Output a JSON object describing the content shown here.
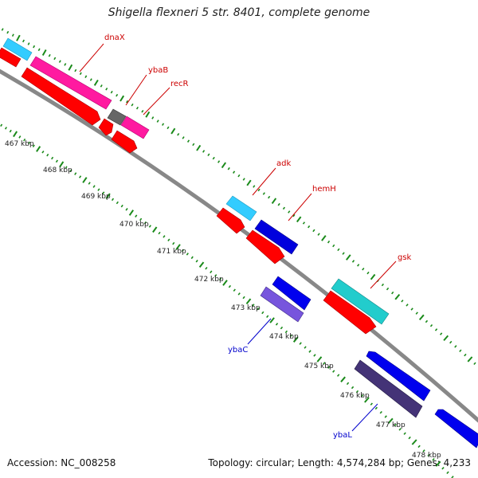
{
  "title": "Shigella flexneri 5 str. 8401, complete genome",
  "footer": {
    "accession": "Accession: NC_008258",
    "summary": "Topology: circular; Length: 4,574,284 bp; Genes: 4,233"
  },
  "colors": {
    "backbone": "#888888",
    "tick_marks": "#1a8a1a",
    "forward_label": "#cc0000",
    "reverse_label": "#0000cc",
    "cds_red": "#ff0000",
    "dnaX": "#ff1aa0",
    "recR": "#ff1aa0",
    "ybaB": "#666666",
    "adk": "#33ccff",
    "hemH": "#0000dd",
    "gsk": "#22cccc",
    "ybaC": "#7755dd",
    "ybaL": "#443377",
    "reverse_blue": "#0000ee",
    "top_left_cyan": "#33ccff"
  },
  "kbp_ticks": [
    "467 kbp",
    "468 kbp",
    "469 kbp",
    "470 kbp",
    "471 kbp",
    "472 kbp",
    "473 kbp",
    "474 kbp",
    "475 kbp",
    "476 kbp",
    "477 kbp",
    "478 kbp"
  ],
  "gene_labels": {
    "dnaX": "dnaX",
    "ybaB": "ybaB",
    "recR": "recR",
    "adk": "adk",
    "hemH": "hemH",
    "gsk": "gsk",
    "ybaC": "ybaC",
    "ybaL": "ybaL"
  }
}
